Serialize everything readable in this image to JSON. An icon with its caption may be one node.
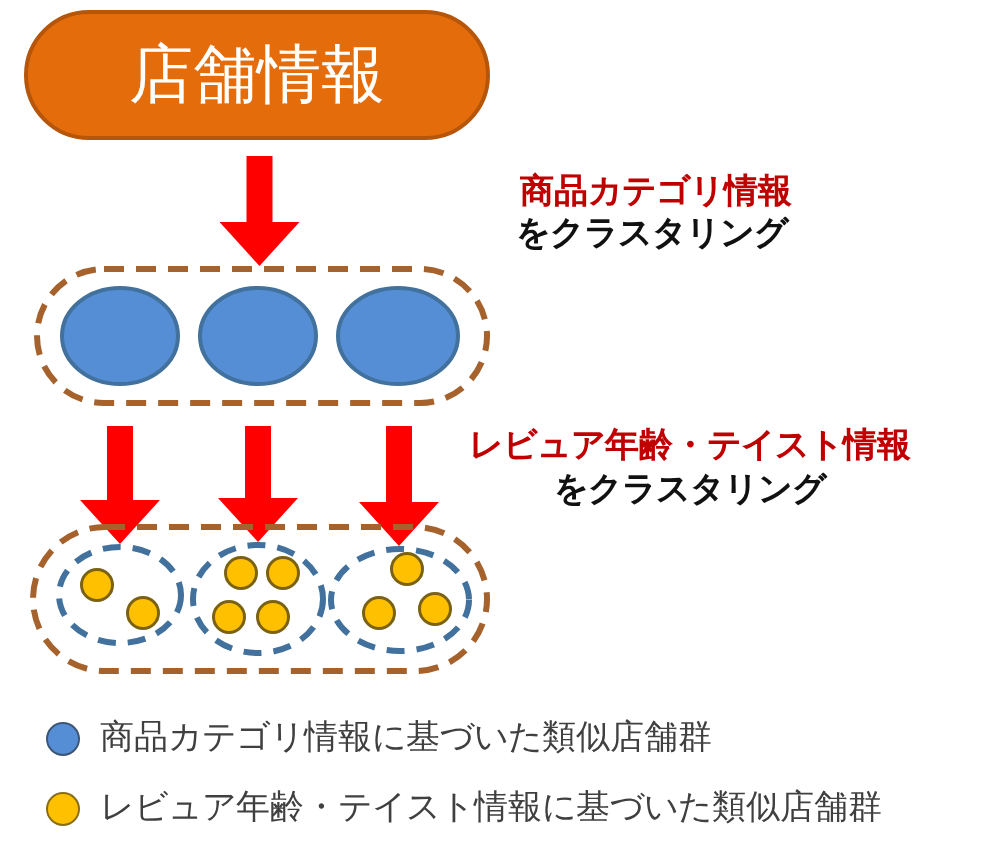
{
  "diagram": {
    "nodes": [
      {
        "text": [
          "店舗情報"
        ]
      },
      {
        "text": [],
        "shape": "box"
      },
      {
        "text": [],
        "shape": "ellipse",
        "in": 1
      },
      {
        "text": [],
        "shape": "ellipse",
        "in": 1
      },
      {
        "text": [],
        "shape": "ellipse",
        "in": 1
      },
      {
        "text": [],
        "shape": "box"
      },
      {
        "text": [],
        "shape": "ellipse",
        "in": 5
      },
      {
        "text": [],
        "shape": "circle",
        "in": 6
      },
      {
        "text": [],
        "shape": "circle",
        "in": 6
      },
      {
        "text": [],
        "shape": "ellipse",
        "in": 5
      },
      {
        "text": [],
        "shape": "circle",
        "in": 9
      },
      {
        "text": [],
        "shape": "circle",
        "in": 9
      },
      {
        "text": [],
        "shape": "circle",
        "in": 9
      },
      {
        "text": [],
        "shape": "circle",
        "in": 9
      },
      {
        "text": [],
        "shape": "ellipse",
        "in": 5
      },
      {
        "text": [],
        "shape": "circle",
        "in": 14
      },
      {
        "text": [],
        "shape": "circle",
        "in": 14
      },
      {
        "text": [],
        "shape": "circle",
        "in": 14
      }
    ],
    "edges": [
      {
        "from": 0,
        "to": 1,
        "arrow": "to",
        "color": "#ff0000"
      },
      {
        "from": 2,
        "to": 6,
        "arrow": "to",
        "color": "#ff0000"
      },
      {
        "from": 3,
        "to": 9,
        "arrow": "to",
        "color": "#ff0000"
      },
      {
        "from": 4,
        "to": 14,
        "arrow": "to",
        "color": "#ff0000"
      }
    ],
    "labels": [
      "商品カテゴリ情報",
      "をクラスタリング",
      "レビュア年齢・テイスト情報",
      "をクラスタリング"
    ],
    "legend": [
      {
        "text": "商品カテゴリ情報に基づいた類似店舗群",
        "color": "#558ed5"
      },
      {
        "text": "レビュア年齢・テイスト情報に基づいた類似店舗群",
        "color": "#ffc000"
      }
    ]
  }
}
